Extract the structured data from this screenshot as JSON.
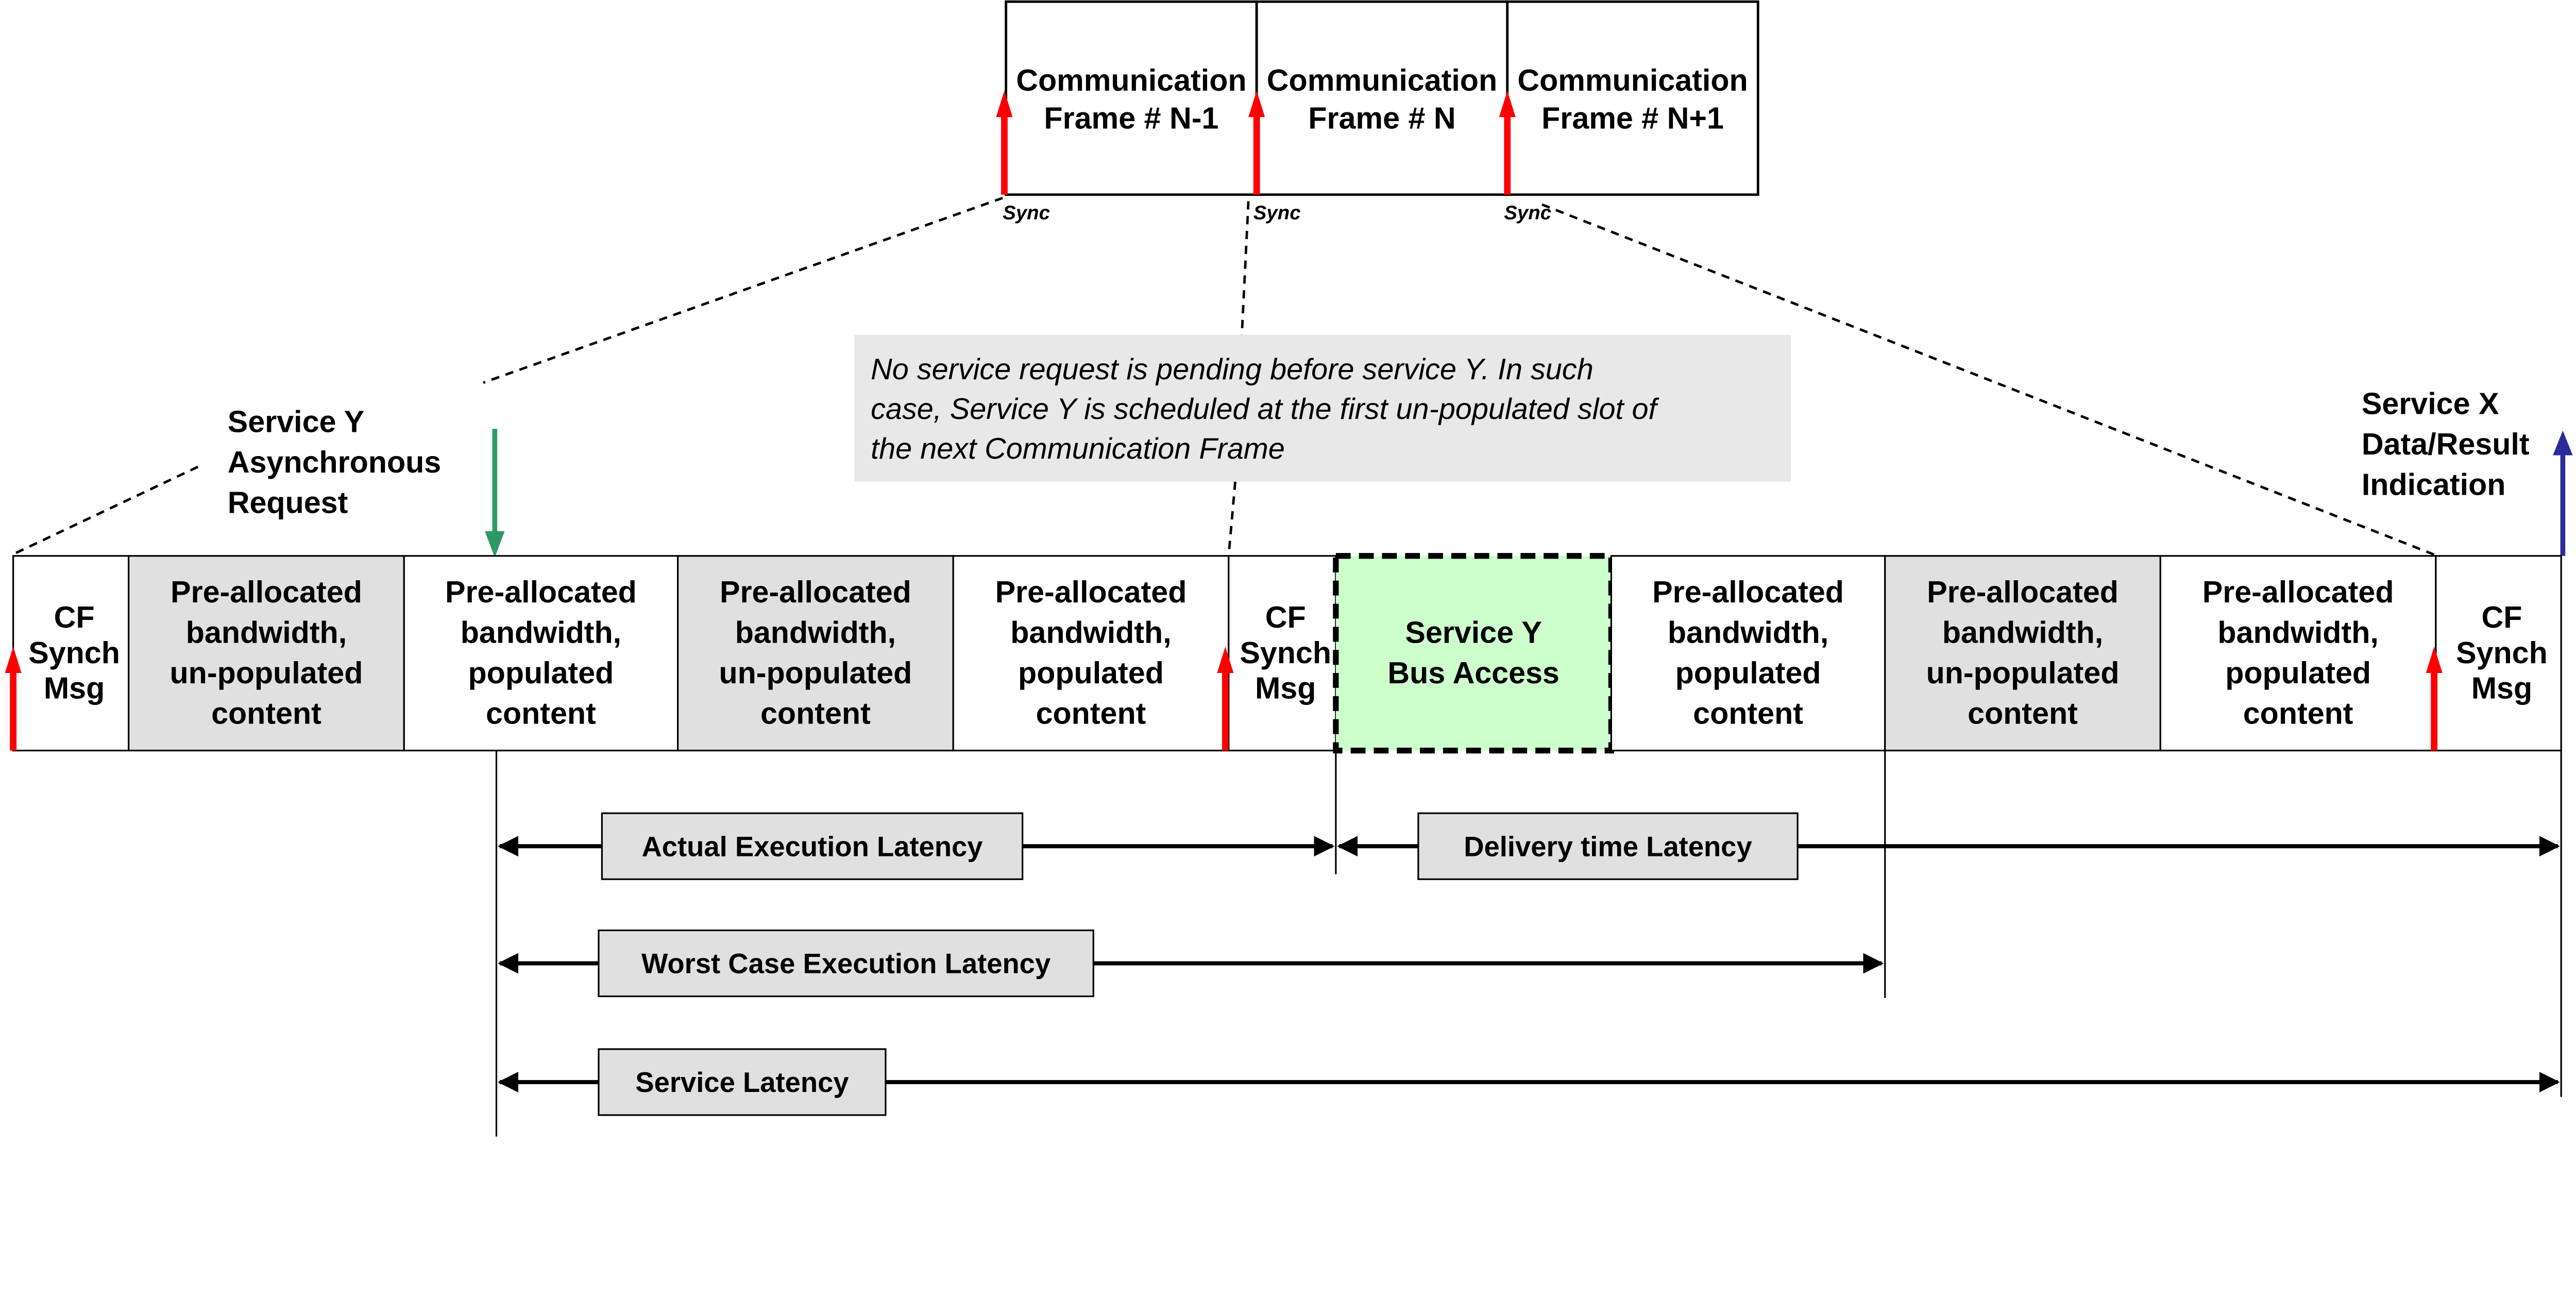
{
  "frames": [
    {
      "line1": "Communication",
      "line2": "Frame # N-1",
      "sync": "Sync"
    },
    {
      "line1": "Communication",
      "line2": "Frame # N",
      "sync": "Sync"
    },
    {
      "line1": "Communication",
      "line2": "Frame # N+1",
      "sync": "Sync"
    }
  ],
  "note": {
    "lines": [
      "No service request is pending before service Y. In such",
      "case, Service Y is scheduled at the first un-populated slot of",
      "the next Communication Frame"
    ]
  },
  "service_y_request": {
    "lines": [
      "Service Y",
      "Asynchronous",
      "Request"
    ]
  },
  "service_x_indication": {
    "lines": [
      "Service X",
      "Data/Result",
      "Indication"
    ]
  },
  "slots": [
    {
      "type": "cf",
      "lines": [
        "CF",
        "Synch",
        "Msg"
      ]
    },
    {
      "type": "unpop",
      "lines": [
        "Pre-allocated",
        "bandwidth,",
        "un-populated",
        "content"
      ]
    },
    {
      "type": "pop",
      "lines": [
        "Pre-allocated",
        "bandwidth,",
        "populated",
        "content"
      ]
    },
    {
      "type": "unpop",
      "lines": [
        "Pre-allocated",
        "bandwidth,",
        "un-populated",
        "content"
      ]
    },
    {
      "type": "pop",
      "lines": [
        "Pre-allocated",
        "bandwidth,",
        "populated",
        "content"
      ]
    },
    {
      "type": "cf",
      "lines": [
        "CF",
        "Synch",
        "Msg"
      ]
    },
    {
      "type": "service",
      "lines": [
        "Service Y",
        "Bus Access"
      ]
    },
    {
      "type": "pop",
      "lines": [
        "Pre-allocated",
        "bandwidth,",
        "populated",
        "content"
      ]
    },
    {
      "type": "unpop",
      "lines": [
        "Pre-allocated",
        "bandwidth,",
        "un-populated",
        "content"
      ]
    },
    {
      "type": "pop",
      "lines": [
        "Pre-allocated",
        "bandwidth,",
        "populated",
        "content"
      ]
    },
    {
      "type": "cf",
      "lines": [
        "CF",
        "Synch",
        "Msg"
      ]
    }
  ],
  "latencies": [
    {
      "label": "Actual Execution Latency"
    },
    {
      "label": "Delivery time Latency"
    },
    {
      "label": "Worst Case Execution Latency"
    },
    {
      "label": "Service Latency"
    }
  ],
  "colors": {
    "sync_arrow": "#ff0000",
    "request_arrow": "#2e9a63",
    "indication_arrow": "#2b2b9a",
    "unpopulated_fill": "#e0e0e0",
    "service_fill": "#ccffcc",
    "note_fill": "#e8e8e8",
    "label_fill": "#e0e0e0"
  }
}
